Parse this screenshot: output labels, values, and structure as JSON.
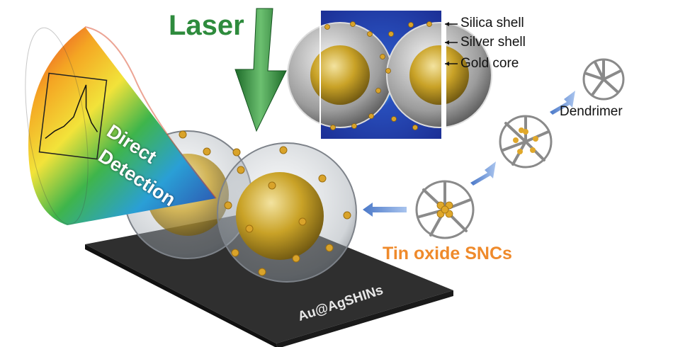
{
  "labels": {
    "laser": "Laser",
    "silica_shell": "Silica shell",
    "silver_shell": "Silver shell",
    "gold_core": "Gold core",
    "dendrimer": "Dendrimer",
    "tin_oxide": "Tin oxide SNCs",
    "direct": "Direct",
    "detection": "Detection",
    "substrate": "Au@AgSHINs"
  },
  "colors": {
    "laser_green": "#2e8b3d",
    "tin_orange": "#ef8a2b",
    "arrow_blue": "#4a78c8",
    "gold": "#c9a227",
    "substrate_dark": "#2f2f2f"
  }
}
